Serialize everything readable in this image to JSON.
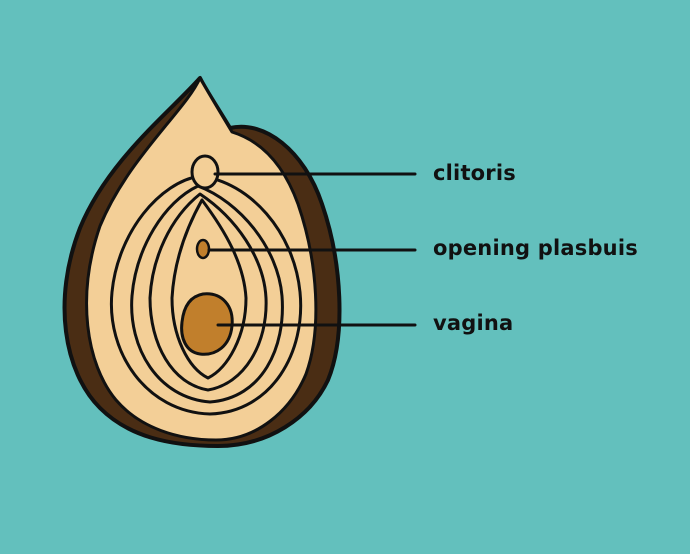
{
  "diagram": {
    "labels": [
      {
        "id": "clitoris",
        "text": "clitoris"
      },
      {
        "id": "urethral-opening",
        "text": "opening plasbuis"
      },
      {
        "id": "vagina",
        "text": "vagina"
      }
    ]
  },
  "colors": {
    "background": "#63c0bd",
    "outer_skin": "#4a2d14",
    "inner_flesh": "#f3cf97",
    "opening_fill": "#c17f2c",
    "outline": "#111111"
  },
  "icons": {
    "figure": "vulva-cross-section-illustration"
  }
}
